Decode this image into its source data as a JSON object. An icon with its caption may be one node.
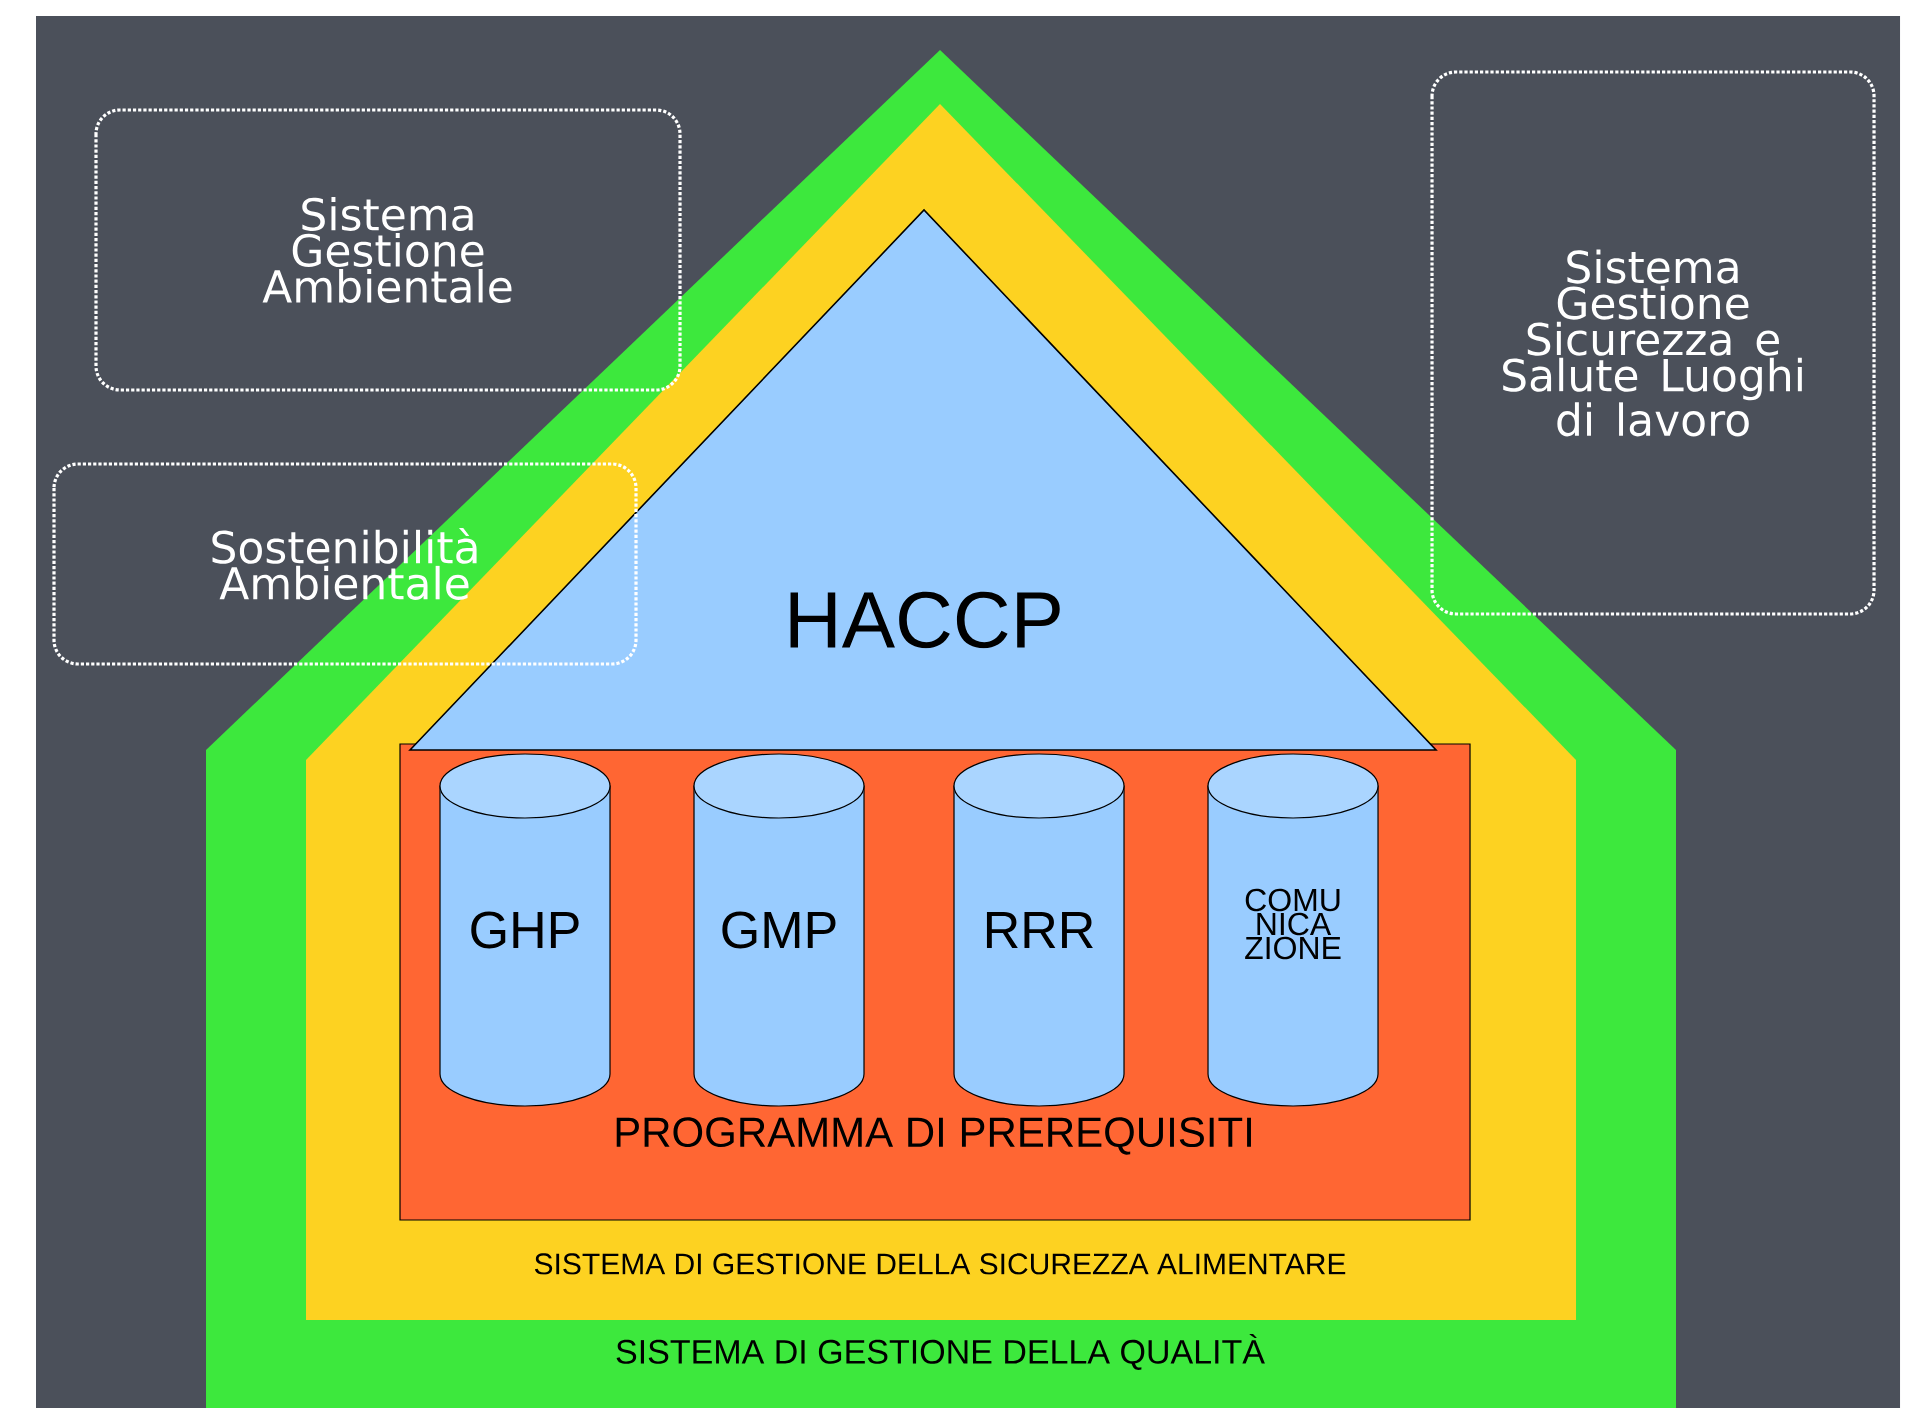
{
  "diagram": {
    "nodes": [
      {
        "text": [
          "Sistema Gestione Ambientale"
        ]
      },
      {
        "text": [
          "Sostenibilità Ambientale"
        ]
      },
      {
        "text": [
          "Sistema Gestione Sicurezza e Salute Luoghi di lavoro"
        ]
      },
      {
        "text": [
          "SISTEMA DI GESTIONE DELLA QUALITÀ"
        ]
      },
      {
        "text": [
          "SISTEMA DI GESTIONE DELLA SICUREZZA ALIMENTARE"
        ],
        "in": 3
      },
      {
        "text": [
          "HACCP"
        ],
        "in": 4
      },
      {
        "text": [
          "PROGRAMMA DI PREREQUISITI"
        ],
        "in": 4
      },
      {
        "text": [
          "GHP"
        ],
        "in": 6
      },
      {
        "text": [
          "GMP"
        ],
        "in": 6
      },
      {
        "text": [
          "RRR"
        ],
        "in": 6
      },
      {
        "text": [
          "COMU NICA ZIONE"
        ],
        "in": 6
      }
    ]
  }
}
